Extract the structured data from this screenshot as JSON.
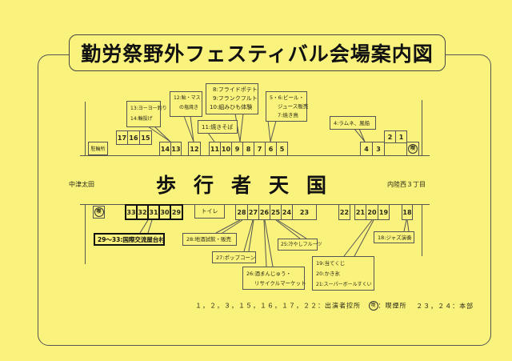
{
  "title": "勤労祭野外フェスティバル会場案内図",
  "street": {
    "main_label": "歩行者天国",
    "west": "中津太田",
    "east": "内陸西３丁目"
  },
  "north_booths": {
    "bicycle_parking": "駐輪所",
    "b17": "17",
    "b16": "16",
    "b15": "15",
    "b14": "14",
    "b13": "13",
    "b12": "12",
    "b11": "11",
    "b10": "10",
    "b9": "9",
    "b8": "8",
    "b7": "7",
    "b6": "6",
    "b5": "5",
    "b4": "4",
    "b3": "3",
    "b2": "2",
    "b1": "1",
    "smoking": "喫"
  },
  "south_booths": {
    "smoking": "喫",
    "b33": "33",
    "b32": "32",
    "b31": "31",
    "b30": "30",
    "b29": "29",
    "toilet": "トイレ",
    "b28": "28",
    "b27": "27",
    "b26": "26",
    "b25": "25",
    "b24": "24",
    "b23": "23",
    "b22": "22",
    "b21": "21",
    "b20": "20",
    "b19": "19",
    "b18": "18"
  },
  "callouts": {
    "c13_14": [
      "13:ヨーヨー釣り",
      "14:輪投げ"
    ],
    "c12": [
      "12:鮎・マス",
      "の塩焼き"
    ],
    "c11": "11:焼きそば",
    "c8_10": [
      "8:フライドポテト",
      "9:フランクフルト",
      "10:組みひも体験"
    ],
    "c5_7": [
      "5・6:ビール・",
      "ジュース販売",
      "7:焼き鳥"
    ],
    "c4": "4:ラムネ、風船",
    "c29_33": "29～33:国際交流屋台村",
    "c28": "28:地酒試飲・販売",
    "c27": "27:ポップコーン",
    "c26": [
      "26:酒まんじゅう・",
      "リサイクルマーケット"
    ],
    "c25": "25:冷やしフルーツ",
    "c18": "18:ジャズ演奏",
    "c19_21": [
      "19:当てくじ",
      "20:かき氷",
      "21:スーパーボールすくい"
    ]
  },
  "legend": {
    "performers": "１，２，３，１５，１６，１７，２２：出演者控所",
    "smoking_symbol": "喫",
    "smoking": "：喫煙所",
    "hq": "２３，２４：本部"
  }
}
